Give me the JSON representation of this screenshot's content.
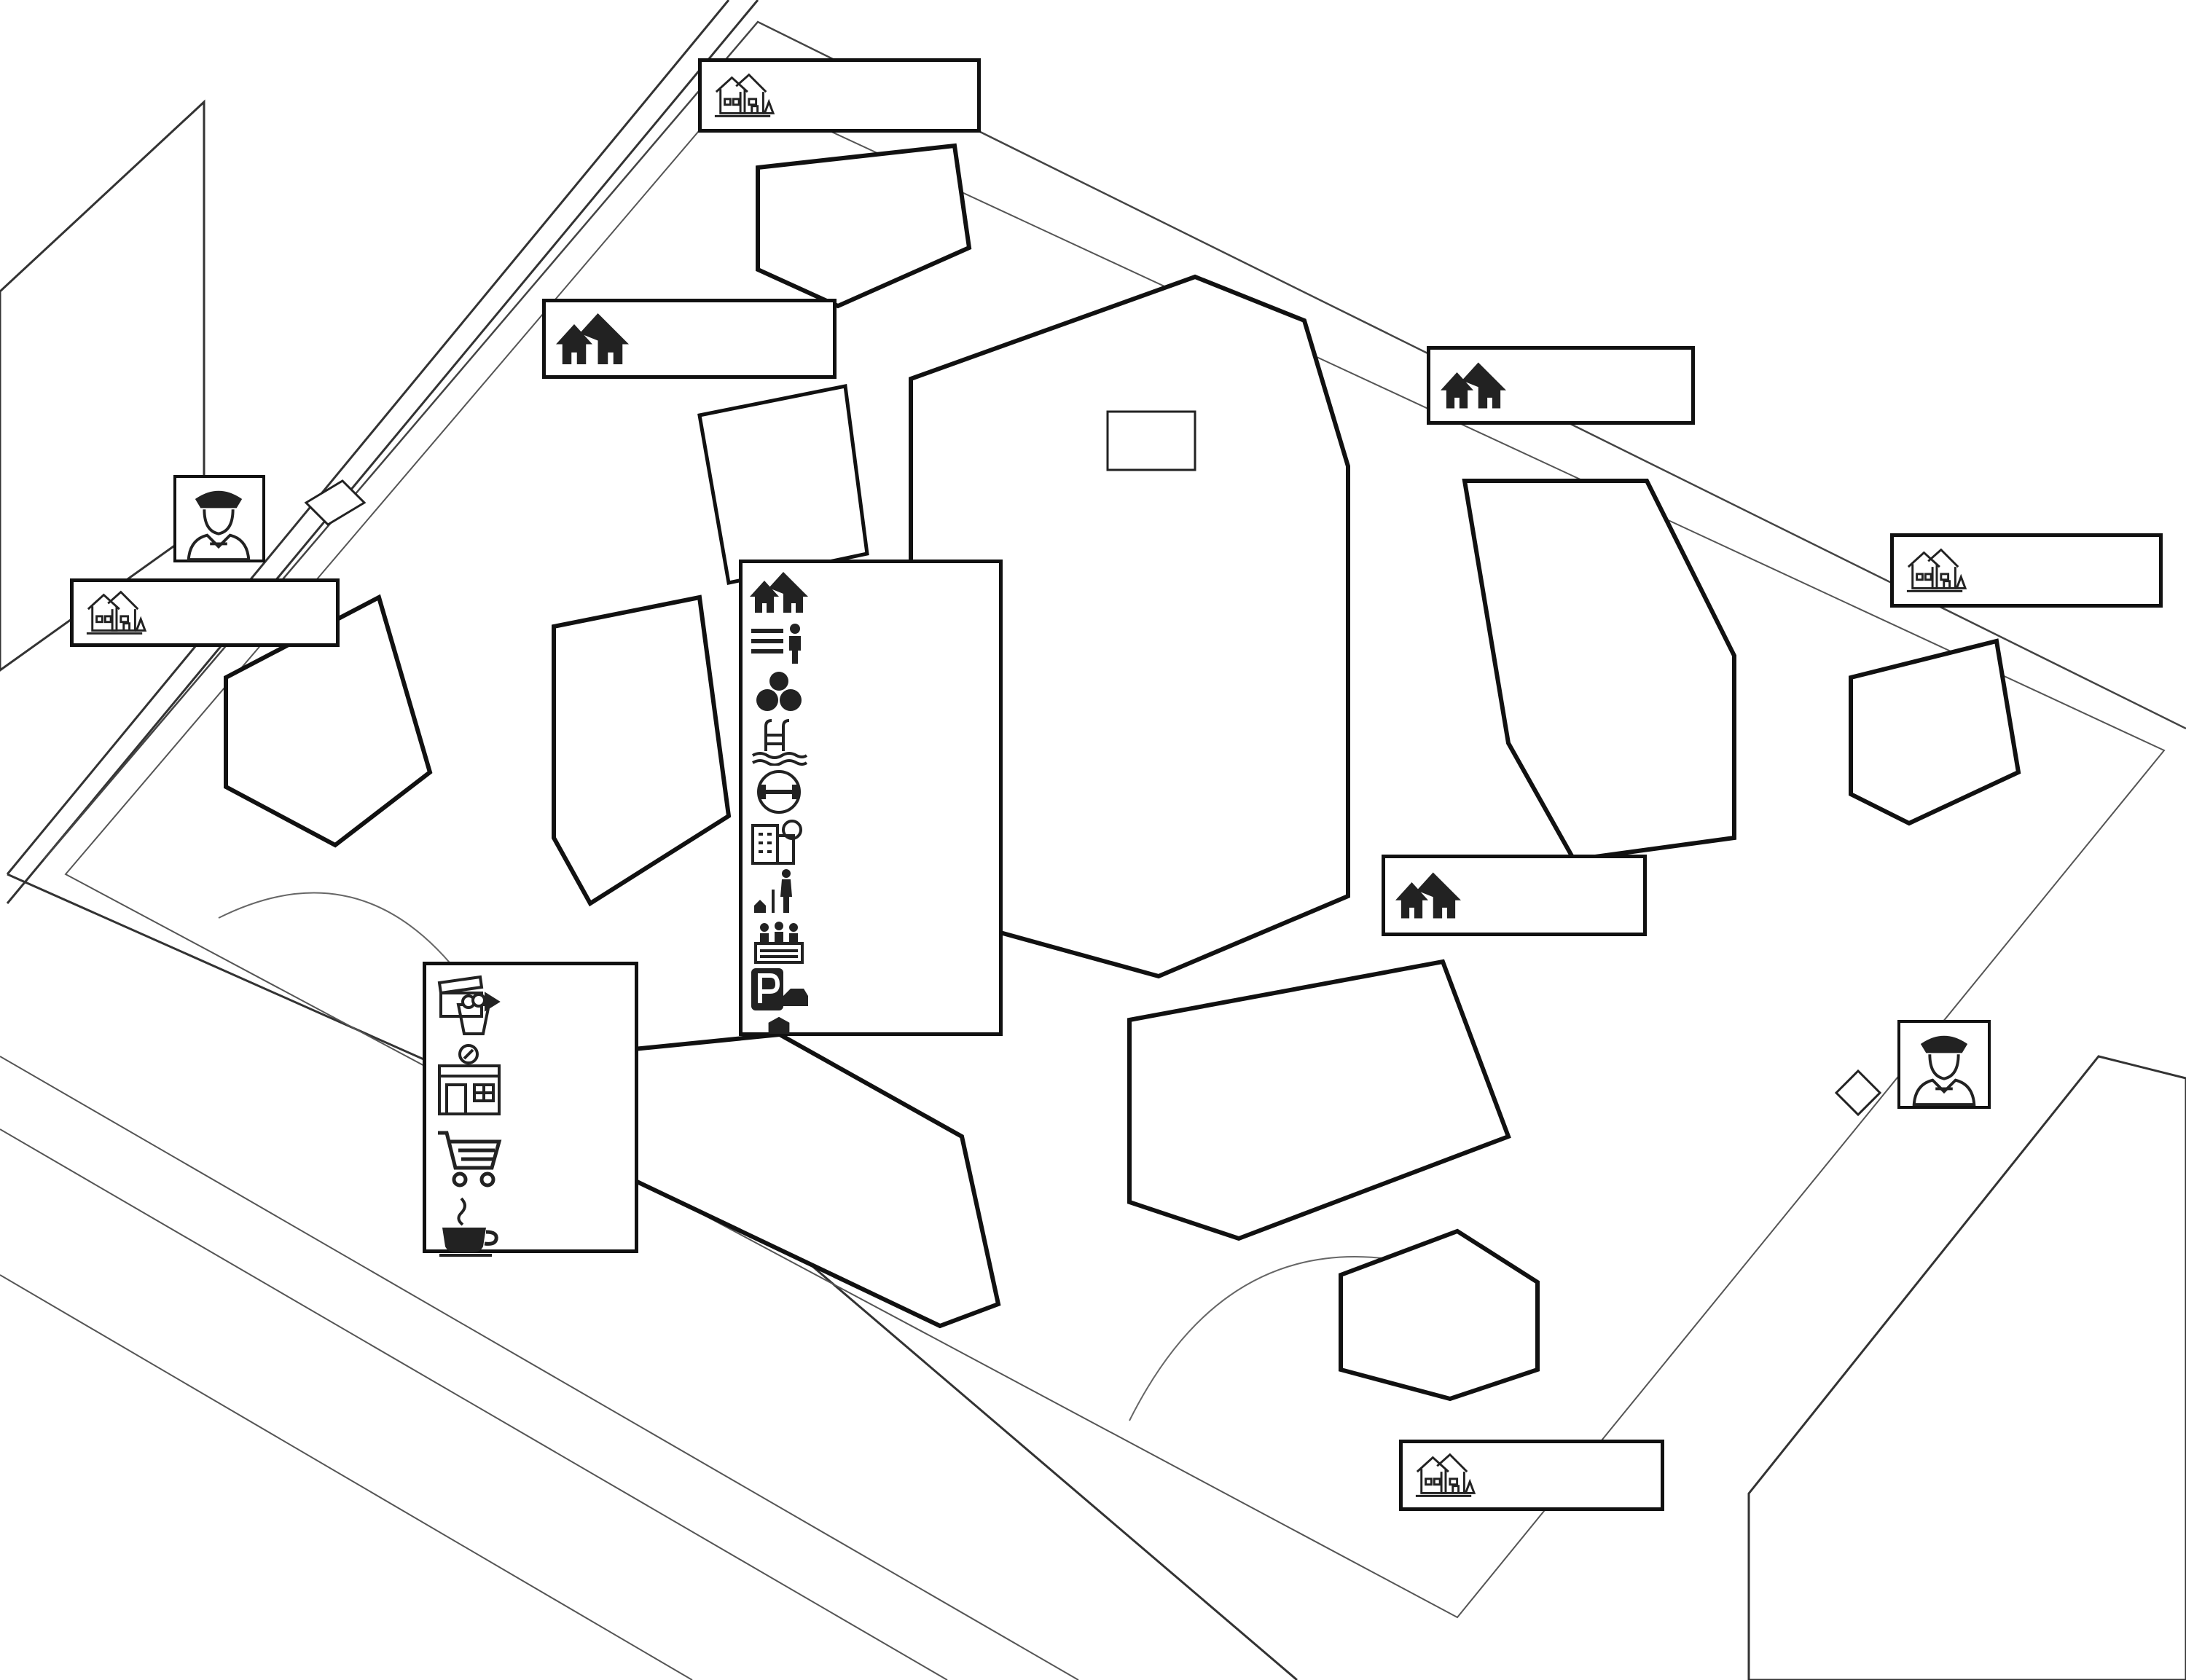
{
  "diagram": {
    "type": "isometric-site-plan",
    "colors": {
      "line": "#111111",
      "background": "#ffffff"
    }
  },
  "labels": [
    {
      "id": "villa-north",
      "icon": "house-villa-icon",
      "text": ""
    },
    {
      "id": "apartments-nw",
      "icon": "residential-houses-icon",
      "text": ""
    },
    {
      "id": "apartments-ne",
      "icon": "residential-houses-icon",
      "text": ""
    },
    {
      "id": "villa-east",
      "icon": "house-villa-icon",
      "text": ""
    },
    {
      "id": "villa-west",
      "icon": "house-villa-icon",
      "text": ""
    },
    {
      "id": "apartments-se",
      "icon": "residential-houses-icon",
      "text": ""
    },
    {
      "id": "villa-south",
      "icon": "house-villa-icon",
      "text": ""
    }
  ],
  "guards": [
    {
      "id": "guard-west",
      "icon": "security-guard-icon"
    },
    {
      "id": "guard-east",
      "icon": "security-guard-icon"
    }
  ],
  "tower_amenities": [
    "residential-houses-icon",
    "supermarket-staff-icon",
    "billiards-icon",
    "swimming-pool-icon",
    "gym-dumbbell-icon",
    "office-building-icon",
    "cleaning-service-icon",
    "parking-icon",
    "garage-icon"
  ],
  "retail_amenities": [
    "cinema-popcorn-icon",
    "pharmacy-icon",
    "shopping-cart-icon",
    "coffee-cup-icon"
  ]
}
